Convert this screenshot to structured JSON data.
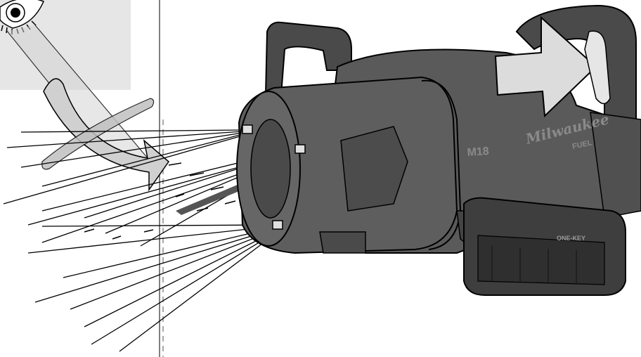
{
  "figure": {
    "description_kind": "safety illustration",
    "tool_brand_text": "Milwaukee",
    "tool_model_text": "M18",
    "tool_badge_text": "FUEL",
    "battery_badge_text": "ONE-KEY"
  },
  "colors": {
    "background": "#ffffff",
    "inset_panel": "#e8e8e8",
    "tool_body": "#5a5a5a",
    "tool_dark": "#333333",
    "tool_light": "#7a7a7a",
    "arrow_fill": "#d9d9d9",
    "line_color": "#000000",
    "accent_red_text": "#8a8a8a"
  },
  "icons": {
    "eye": "eye-icon",
    "motion_arrow_curved": "curved-arrow-icon",
    "motion_arrow_right": "right-arrow-icon",
    "prohibition_cross": "prohibition-cross-icon"
  }
}
